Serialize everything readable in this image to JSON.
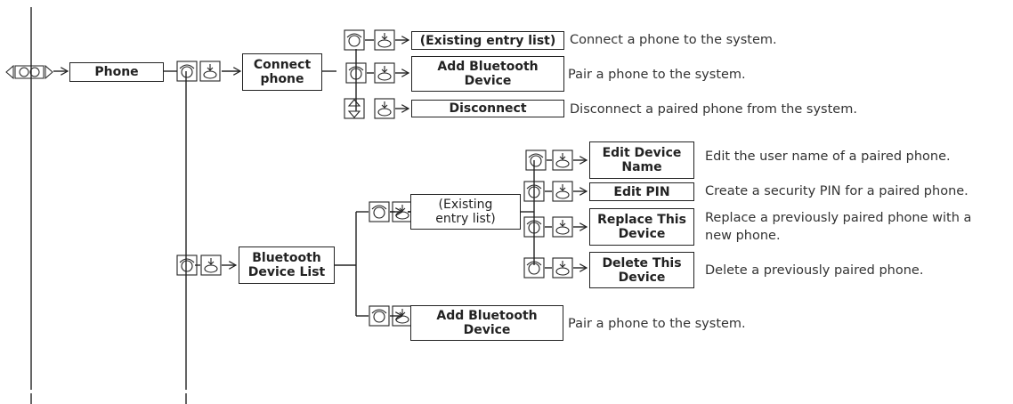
{
  "menu": {
    "phone": "Phone",
    "connect_phone": "Connect\nphone",
    "existing_entry_list_1": "(Existing entry list)",
    "add_bluetooth_device_1": "Add Bluetooth\nDevice",
    "disconnect": "Disconnect",
    "bluetooth_device_list": "Bluetooth\nDevice List",
    "existing_entry_list_2": "(Existing\nentry list)",
    "edit_device_name": "Edit Device\nName",
    "edit_pin": "Edit PIN",
    "replace_this_device": "Replace This\nDevice",
    "delete_this_device": "Delete This\nDevice",
    "add_bluetooth_device_2": "Add Bluetooth\nDevice"
  },
  "descriptions": {
    "connect": "Connect a phone to the system.",
    "pair_1": "Pair a phone to the system.",
    "disconnect": "Disconnect a paired phone from the system.",
    "edit_name": "Edit the user name of a paired phone.",
    "edit_pin": "Create a security PIN for a paired phone.",
    "replace_1": "Replace a previously paired phone with a",
    "replace_2": "new phone.",
    "delete": "Delete a previously paired phone.",
    "pair_2": "Pair a phone to the system."
  },
  "icons": {
    "rotate": "rotate-selector-icon",
    "press": "press-select-icon",
    "home": "home-menu-icon",
    "move": "move-up-down-icon"
  }
}
